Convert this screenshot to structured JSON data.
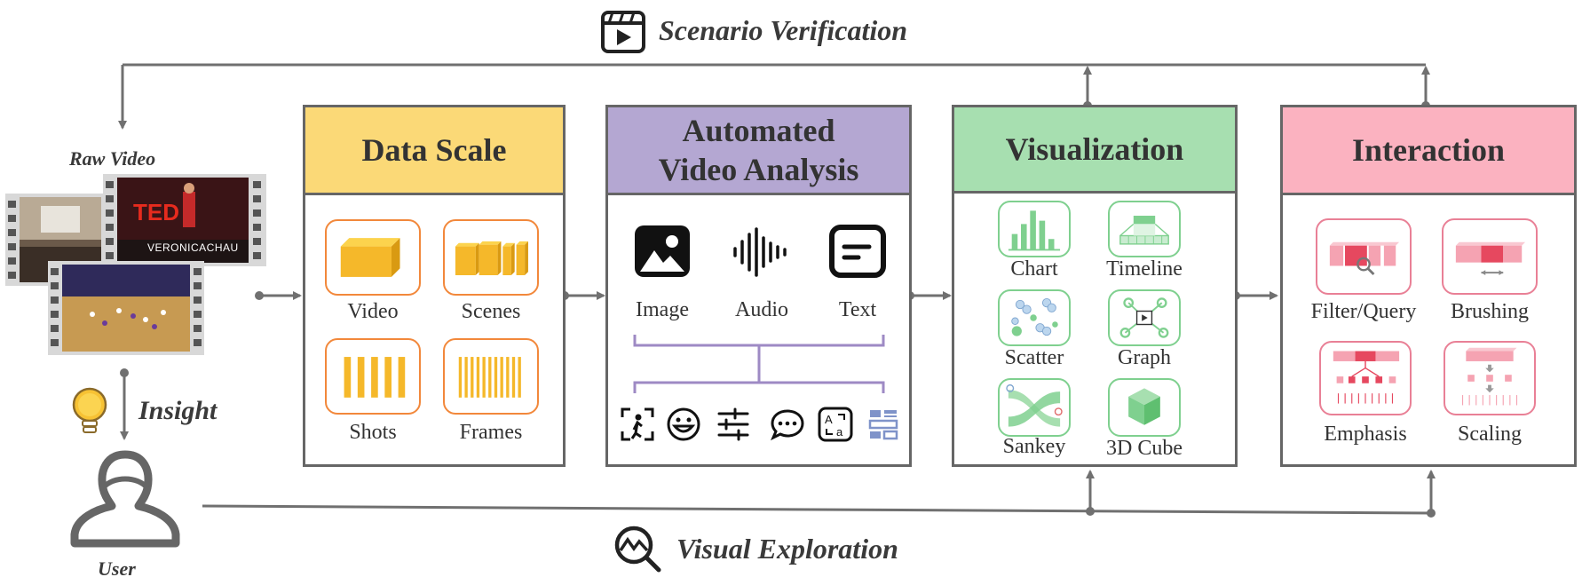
{
  "flows": {
    "top_label": "Scenario Verification",
    "bottom_label": "Visual Exploration"
  },
  "left": {
    "raw_video_label": "Raw Video",
    "insight_label": "Insight",
    "user_label": "User",
    "speaker_caption": "VERONICACHAU"
  },
  "panels": {
    "data_scale": {
      "title": "Data Scale",
      "items": [
        "Video",
        "Scenes",
        "Shots",
        "Frames"
      ]
    },
    "analysis": {
      "title_line1": "Automated",
      "title_line2": "Video Analysis",
      "modalities": [
        "Image",
        "Audio",
        "Text"
      ],
      "sub_icons": [
        "person-detection-icon",
        "emotion-face-icon",
        "sliders-icon",
        "speech-bubble-icon",
        "ocr-text-icon",
        "layout-icon"
      ]
    },
    "visualization": {
      "title": "Visualization",
      "items": [
        "Chart",
        "Timeline",
        "Scatter",
        "Graph",
        "Sankey",
        "3D Cube"
      ]
    },
    "interaction": {
      "title": "Interaction",
      "items": [
        "Filter/Query",
        "Brushing",
        "Emphasis",
        "Scaling"
      ]
    }
  },
  "colors": {
    "data_scale_header": "#fbd977",
    "analysis_header": "#b4a7d2",
    "visualization_header": "#a7dfb0",
    "interaction_header": "#fbb2c0",
    "arrow": "#707070",
    "orange": "#f5b82a",
    "green": "#7fd08f",
    "pink": "#e6485f"
  }
}
